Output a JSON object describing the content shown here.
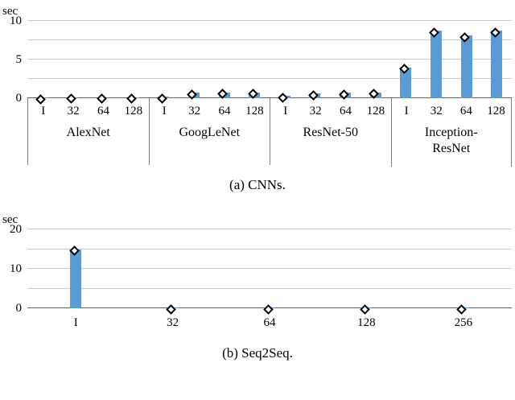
{
  "chart_data": [
    {
      "id": "cnns",
      "type": "bar",
      "caption": "(a) CNNs.",
      "ylabel": "sec",
      "ylim": [
        0,
        10
      ],
      "yticks": [
        0,
        5,
        10
      ],
      "gridline_step": 2.5,
      "grid": true,
      "marker": "diamond",
      "bar_color": "#5b9bd5",
      "groups": [
        {
          "label": "AlexNet",
          "categories": [
            "I",
            "32",
            "64",
            "128"
          ],
          "values": [
            0.1,
            0.15,
            0.15,
            0.15
          ]
        },
        {
          "label": "GoogLeNet",
          "categories": [
            "I",
            "32",
            "64",
            "128"
          ],
          "values": [
            0.2,
            0.7,
            0.75,
            0.75
          ]
        },
        {
          "label": "ResNet-50",
          "categories": [
            "I",
            "32",
            "64",
            "128"
          ],
          "values": [
            0.3,
            0.6,
            0.7,
            0.75
          ]
        },
        {
          "label": "Inception-\nResNet",
          "categories": [
            "I",
            "32",
            "64",
            "128"
          ],
          "values": [
            4.0,
            8.7,
            8.1,
            8.7
          ]
        }
      ]
    },
    {
      "id": "seq2seq",
      "type": "bar",
      "caption": "(b) Seq2Seq.",
      "ylabel": "sec",
      "ylim": [
        0,
        20
      ],
      "yticks": [
        0,
        10,
        20
      ],
      "gridline_step": 5,
      "grid": true,
      "marker": "diamond",
      "bar_color": "#5b9bd5",
      "groups": [
        {
          "label": "",
          "categories": [
            "I",
            "32",
            "64",
            "128",
            "256"
          ],
          "values": [
            15,
            0.2,
            0.2,
            0.2,
            0.2
          ]
        }
      ]
    }
  ]
}
